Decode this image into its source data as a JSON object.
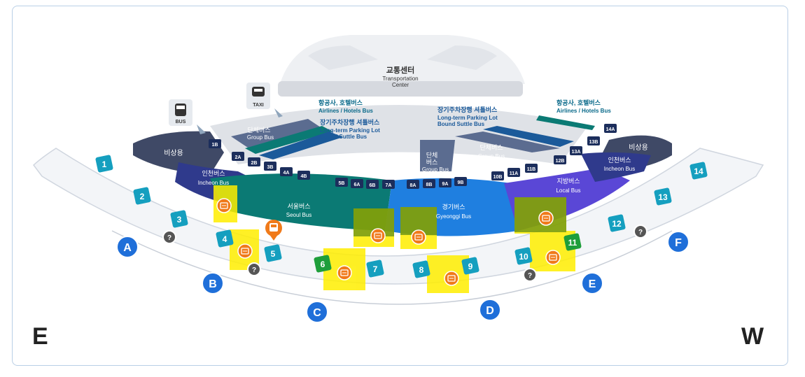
{
  "compass": {
    "left": "E",
    "right": "W"
  },
  "transport_center": {
    "ko": "교통센터",
    "en1": "Transportation",
    "en2": "Center"
  },
  "taxi_label": "TAXI",
  "bus_label": "BUS",
  "labels": {
    "airlines_left_ko": "항공사, 호텔버스",
    "airlines_left_en": "Airlines / Hotels Bus",
    "parking_left_ko": "장기주차장행 셔틀버스",
    "parking_left_en1": "Long-term Parking Lot",
    "parking_left_en2": "Bound Suttle Bus",
    "parking_right_ko": "장기주차장행 셔틀버스",
    "parking_right_en1": "Long-term Parking Lot",
    "parking_right_en2": "Bound Suttle Bus",
    "airlines_right_ko": "항공사, 호텔버스",
    "airlines_right_en": "Airlines / Hotels Bus"
  },
  "zones": {
    "emergency_left": "비상용",
    "group_left_ko": "단체버스",
    "group_left_en": "Group Bus",
    "incheon_left_ko": "인천버스",
    "incheon_left_en": "Incheon Bus",
    "seoul_ko": "서울버스",
    "seoul_en": "Seoul Bus",
    "group_mid_ko1": "단체",
    "group_mid_ko2": "버스",
    "group_mid_en": "Group Bus",
    "gyeonggi_ko": "경기버스",
    "gyeonggi_en": "Gyeonggi Bus",
    "group_right_ko": "단체버스",
    "group_right_en": "Group Bus",
    "local_ko": "지방버스",
    "local_en": "Local Bus",
    "incheon_right_ko": "인천버스",
    "incheon_right_en": "Incheon Bus",
    "emergency_right": "비상용"
  },
  "stops": [
    "1B",
    "2A",
    "2B",
    "3B",
    "4A",
    "4B",
    "5B",
    "6A",
    "6B",
    "7A",
    "8A",
    "8B",
    "9A",
    "9B",
    "10B",
    "11A",
    "11B",
    "12B",
    "13A",
    "13B",
    "14A"
  ],
  "gates": [
    "1",
    "2",
    "3",
    "4",
    "5",
    "6",
    "7",
    "8",
    "9",
    "10",
    "11",
    "12",
    "13",
    "14"
  ],
  "entrances": [
    "A",
    "B",
    "C",
    "D",
    "E",
    "F"
  ],
  "info_icon": "?",
  "colors": {
    "seoul": "#0b7a74",
    "gyeonggi": "#1f7fe0",
    "incheon": "#2f3a8c",
    "local": "#5a47d6",
    "group": "#5b6c90",
    "emergency": "#3f4966",
    "gate_teal": "#159fbf",
    "entrance_blue": "#1f6fd9",
    "highlight": "#ffee00"
  }
}
